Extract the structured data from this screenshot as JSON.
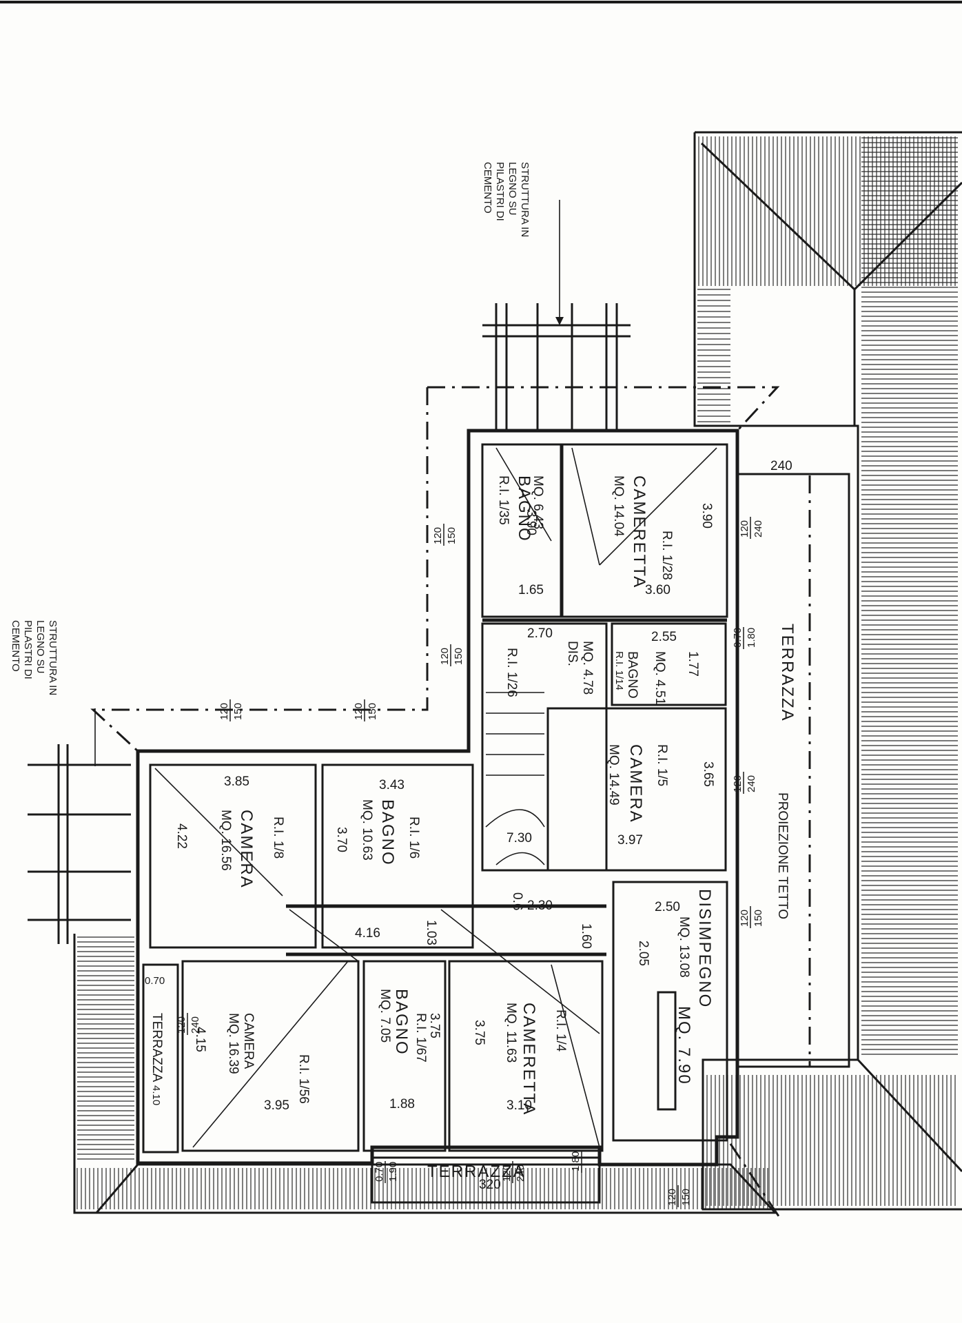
{
  "notes": {
    "struttura_top": [
      "STRUTTURA IN",
      "LEGNO SU",
      "PILASTRI DI",
      "CEMENTO"
    ],
    "struttura_left": [
      "STRUTTURA IN",
      "LEGNO SU",
      "PILASTRI DI",
      "CEMENTO"
    ]
  },
  "rooms": {
    "bagno1": {
      "name": "BAGNO",
      "mq": "MQ. 6.43",
      "ri": "R.I. 1/35",
      "dim_a": "3.90",
      "dim_b": "1.65"
    },
    "cameretta1": {
      "name": "CAMERETTA",
      "mq": "MQ. 14.04",
      "ri": "R.I. 1/28",
      "dim_a": "3.90",
      "dim_b": "3.60"
    },
    "dis1": {
      "name": "DIS.",
      "mq": "MQ. 4.78",
      "ri": "R.I. 1/26",
      "dim_a": "2.70"
    },
    "bagno2": {
      "name": "BAGNO",
      "mq": "MQ. 4.51",
      "ri": "R.I. 1/14",
      "dim_a": "2.55",
      "dim_b": "1.77"
    },
    "camera1": {
      "name": "CAMERA",
      "mq": "MQ. 14.49",
      "ri": "R.I. 1/5",
      "dim_a": "3.97",
      "dim_b": "3.65"
    },
    "camera2": {
      "name": "CAMERA",
      "mq": "MQ. 16.56",
      "ri": "R.I. 1/8",
      "dim_a": "3.85",
      "dim_b": "4.22"
    },
    "bagno3": {
      "name": "BAGNO",
      "mq": "MQ. 10.63",
      "ri": "R.I. 1/6",
      "dim_a": "3.43",
      "dim_b": "3.70"
    },
    "disimpegno": {
      "name": "DISIMPEGNO",
      "mq": "MQ. 13.08",
      "dim_a": "2.50",
      "dim_b": "2.05",
      "dim_c": "MQ. 7.90"
    },
    "camera3": {
      "name": "CAMERA",
      "mq": "MQ. 16.39",
      "ri": "R.I. 1/56",
      "dim_a": "3.95",
      "dim_b": "4.15"
    },
    "bagno4": {
      "name": "BAGNO",
      "mq": "MQ. 7.05",
      "ri": "R.I. 1/67",
      "dim_a": "1.88",
      "dim_b": "3.75"
    },
    "cameretta2": {
      "name": "CAMERETTA",
      "mq": "MQ. 11.63",
      "ri": "R.I. 1/4",
      "dim_a": "3.10",
      "dim_b": "3.75"
    },
    "corridor": {
      "dim_a": "4.16",
      "dim_b": "1.03",
      "dim_c": "2.30",
      "dim_d": "0.6",
      "dim_e": "1.60"
    },
    "stair": {
      "dim_a": "7.30"
    }
  },
  "terraces": {
    "right": "TERRAZZA",
    "bottom": "TERRAZZA",
    "bottom_dim": "320",
    "left": "TERRAZZA",
    "left_dim_a": "0.70",
    "left_dim_b": "4.10",
    "right_dim": "240"
  },
  "roof_label": "PROIEZIONE TETTO",
  "openings": [
    {
      "top": "120",
      "bottom": "150"
    },
    {
      "top": "120",
      "bottom": "150"
    },
    {
      "top": "120",
      "bottom": "150"
    },
    {
      "top": "120",
      "bottom": "150"
    },
    {
      "top": "120",
      "bottom": "240"
    },
    {
      "top": "0.70",
      "bottom": "1.80"
    },
    {
      "top": "120",
      "bottom": "240"
    },
    {
      "top": "120",
      "bottom": "150"
    },
    {
      "top": "120",
      "bottom": "240"
    },
    {
      "top": "0.70",
      "bottom": "1.90"
    },
    {
      "top": "120",
      "bottom": "240"
    },
    {
      "top": "120",
      "bottom": "150"
    },
    {
      "top": "1.80",
      "bottom": ""
    }
  ]
}
